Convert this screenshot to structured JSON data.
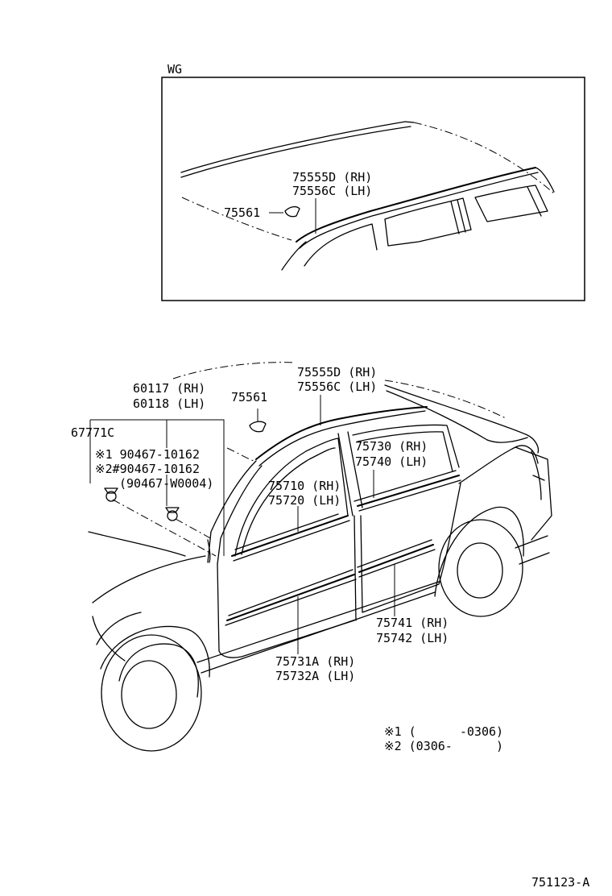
{
  "inset": {
    "variant_label": "WG",
    "molding_rh": "75555D (RH)",
    "molding_lh": "75556C (LH)",
    "clip": "75561"
  },
  "main": {
    "roof_molding_rh": "75555D (RH)",
    "roof_molding_lh": "75556C (LH)",
    "roof_clip": "75561",
    "pillar_garnish_rh": "60117 (RH)",
    "pillar_garnish_lh": "60118 (LH)",
    "clip_part": "67771C",
    "screw_1": "※1  90467-10162",
    "screw_2": "※2#90467-10162",
    "screw_2_alt": "(90467-W0004)",
    "front_belt_rh": "75710 (RH)",
    "front_belt_lh": "75720 (LH)",
    "rear_belt_rh": "75730 (RH)",
    "rear_belt_lh": "75740 (LH)",
    "rear_side_rh": "75741 (RH)",
    "rear_side_lh": "75742 (LH)",
    "front_side_rh": "75731A (RH)",
    "front_side_lh": "75732A (LH)"
  },
  "notes": {
    "note_1": "※1 (      -0306)",
    "note_2": "※2 (0306-      )"
  },
  "figure_id": "751123-A"
}
